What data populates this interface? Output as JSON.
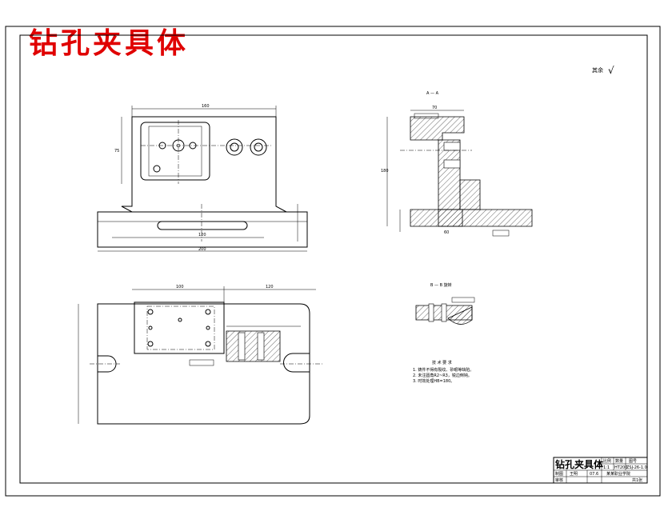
{
  "title": "钻孔夹具体",
  "surface_finish": {
    "label": "其余",
    "symbol": "√"
  },
  "section_aa_label": "A — A",
  "section_bb_label": "B — B 旋转",
  "tech_requirements": {
    "heading": "技 术 要 求",
    "items": [
      "1. 铸件不得有裂纹、砂眼等缺陷。",
      "2. 未注圆角R2~R3，锐边倒钝。",
      "3. 时效处理HB=180。"
    ]
  },
  "title_block": {
    "name": "钻孔夹具体",
    "col_headers": [
      "比例",
      "数量",
      "图号"
    ],
    "row1_values": [
      "1:1",
      "HT200",
      "ZSJ-26-1.0"
    ],
    "roles": [
      "制图",
      "审核"
    ],
    "role_values": [
      "王明",
      "07.6"
    ],
    "school": "某某职业学院",
    "sheet": "共1张"
  },
  "dimensions": {
    "top_width": "160",
    "top_height": "75",
    "base_width": "200",
    "slot_width": "120",
    "plan_left": "100",
    "plan_right": "120",
    "side_height": "180",
    "bottom_height": "60",
    "side_top": "70"
  }
}
